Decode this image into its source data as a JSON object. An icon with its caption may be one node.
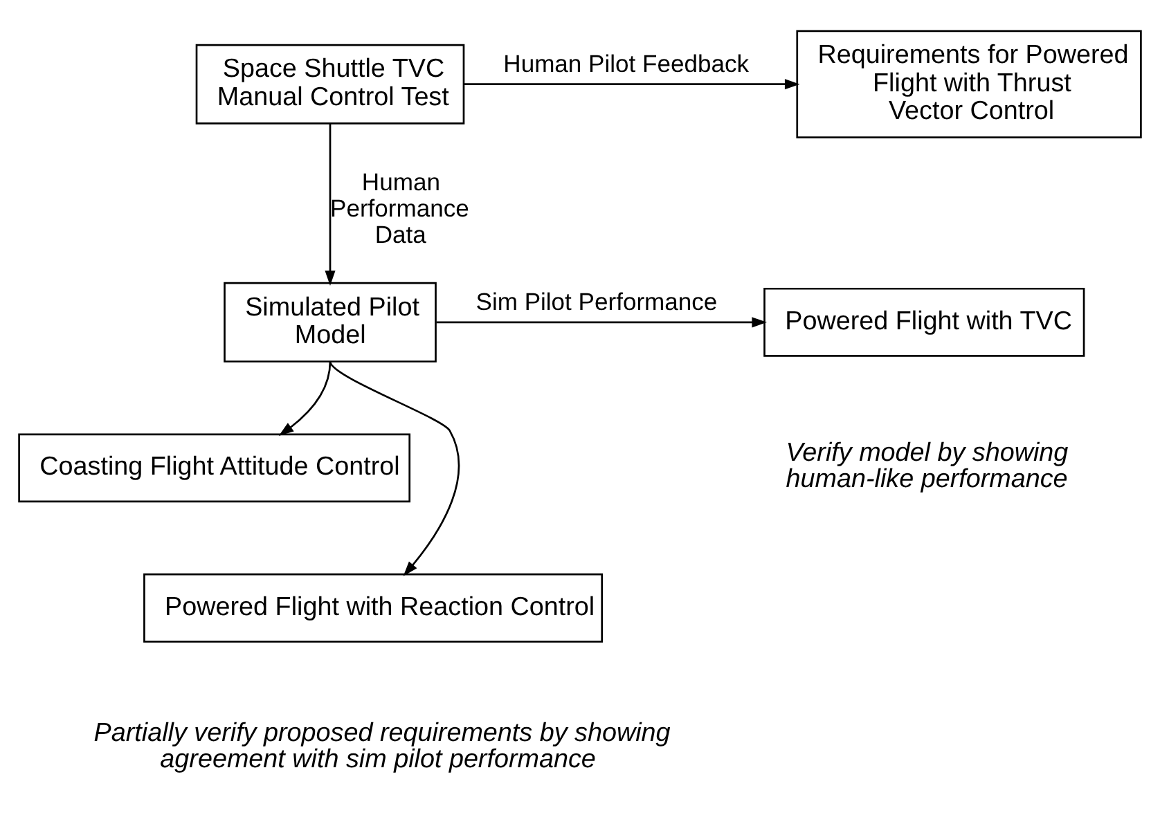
{
  "diagram": {
    "nodes": [
      {
        "text": [
          "Space Shuttle TVC Manual Control Test"
        ]
      },
      {
        "text": [
          "Requirements for Powered Flight with Thrust Vector Control"
        ]
      },
      {
        "text": [
          "Simulated Pilot Model"
        ]
      },
      {
        "text": [
          "Powered Flight with TVC"
        ],
        "beside": [
          "Verify model by showing human-like performance"
        ]
      },
      {
        "text": [
          "Coasting Flight Attitude Control"
        ]
      },
      {
        "text": [
          "Powered Flight with Reaction Control"
        ]
      }
    ],
    "edges": [
      {
        "from": 0,
        "to": 1,
        "arrow": "to",
        "label": "Human Pilot Feedback"
      },
      {
        "from": 0,
        "to": 2,
        "arrow": "to",
        "label": "Human Performance Data"
      },
      {
        "from": 2,
        "to": 3,
        "arrow": "to",
        "label": "Sim Pilot Performance"
      },
      {
        "from": 2,
        "to": 4,
        "arrow": "to"
      },
      {
        "from": 2,
        "to": 5,
        "arrow": "to"
      }
    ],
    "labels": [
      "Partially verify proposed requirements by showing agreement with sim pilot performance"
    ]
  }
}
